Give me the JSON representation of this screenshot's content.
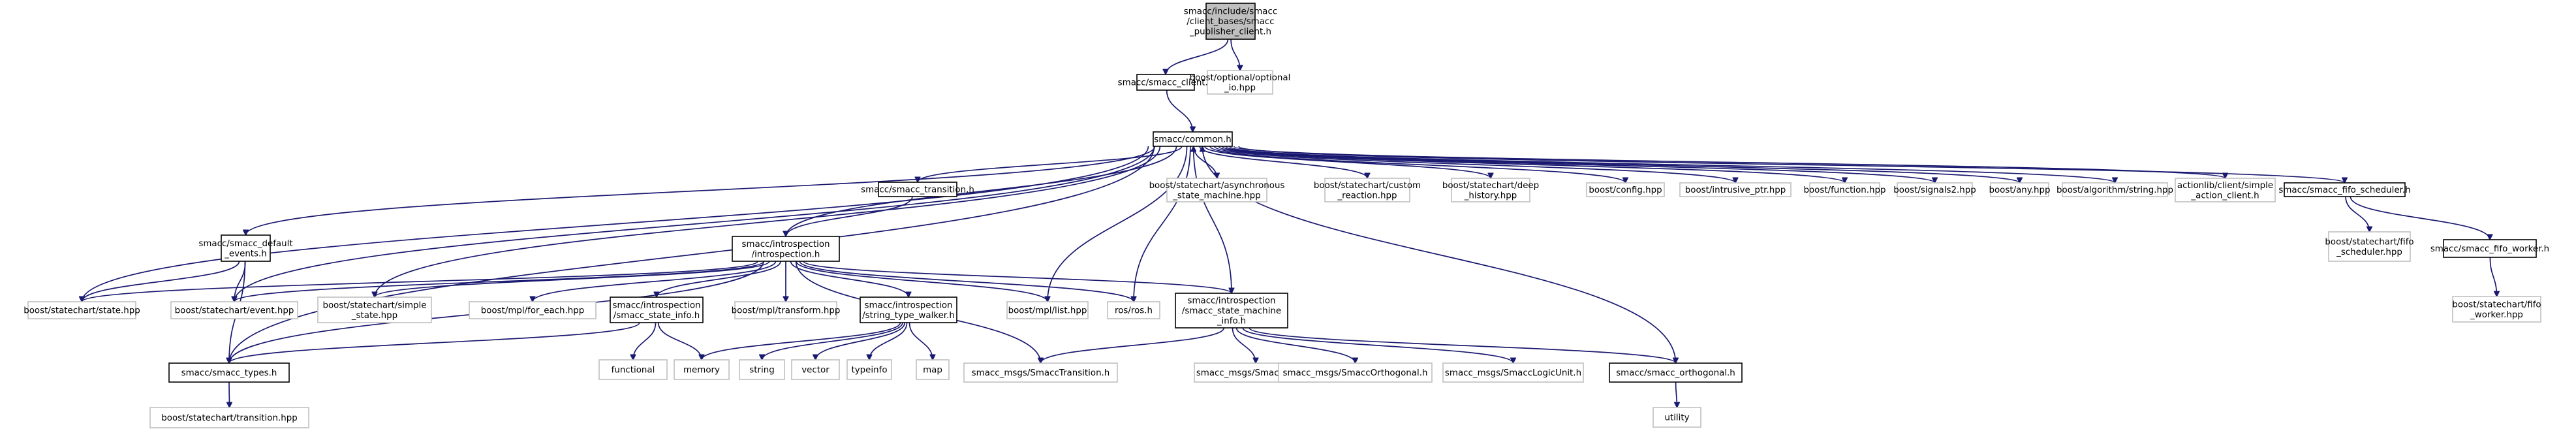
{
  "graph": {
    "edge_color": "#191970",
    "root_fill": "#bfbfbf",
    "border_documented": "#000000",
    "border_external": "#bfbfbf",
    "nodes": [
      {
        "id": "root",
        "lines": [
          "smacc/include/smacc",
          "/client_bases/smacc",
          "_publisher_client.h"
        ],
        "kind": "root"
      },
      {
        "id": "smacc_client",
        "lines": [
          "smacc/smacc_client.h"
        ],
        "kind": "doc"
      },
      {
        "id": "optional_io",
        "lines": [
          "boost/optional/optional",
          "_io.hpp"
        ],
        "kind": "ext"
      },
      {
        "id": "common",
        "lines": [
          "smacc/common.h"
        ],
        "kind": "doc"
      },
      {
        "id": "default_events",
        "lines": [
          "smacc/smacc_default",
          "_events.h"
        ],
        "kind": "doc"
      },
      {
        "id": "transition",
        "lines": [
          "smacc/smacc_transition.h"
        ],
        "kind": "doc"
      },
      {
        "id": "async_sm",
        "lines": [
          "boost/statechart/asynchronous",
          "_state_machine.hpp"
        ],
        "kind": "ext"
      },
      {
        "id": "custom_reaction",
        "lines": [
          "boost/statechart/custom",
          "_reaction.hpp"
        ],
        "kind": "ext"
      },
      {
        "id": "deep_history",
        "lines": [
          "boost/statechart/deep",
          "_history.hpp"
        ],
        "kind": "ext"
      },
      {
        "id": "config",
        "lines": [
          "boost/config.hpp"
        ],
        "kind": "ext"
      },
      {
        "id": "intrusive_ptr",
        "lines": [
          "boost/intrusive_ptr.hpp"
        ],
        "kind": "ext"
      },
      {
        "id": "function",
        "lines": [
          "boost/function.hpp"
        ],
        "kind": "ext"
      },
      {
        "id": "signals2",
        "lines": [
          "boost/signals2.hpp"
        ],
        "kind": "ext"
      },
      {
        "id": "any",
        "lines": [
          "boost/any.hpp"
        ],
        "kind": "ext"
      },
      {
        "id": "algo_string",
        "lines": [
          "boost/algorithm/string.hpp"
        ],
        "kind": "ext"
      },
      {
        "id": "simple_action",
        "lines": [
          "actionlib/client/simple",
          "_action_client.h"
        ],
        "kind": "ext"
      },
      {
        "id": "fifo_scheduler",
        "lines": [
          "smacc/smacc_fifo_scheduler.h"
        ],
        "kind": "doc"
      },
      {
        "id": "introspection",
        "lines": [
          "smacc/introspection",
          "/introspection.h"
        ],
        "kind": "doc"
      },
      {
        "id": "state_hpp",
        "lines": [
          "boost/statechart/state.hpp"
        ],
        "kind": "ext"
      },
      {
        "id": "event_hpp",
        "lines": [
          "boost/statechart/event.hpp"
        ],
        "kind": "ext"
      },
      {
        "id": "simple_state",
        "lines": [
          "boost/statechart/simple",
          "_state.hpp"
        ],
        "kind": "ext"
      },
      {
        "id": "for_each",
        "lines": [
          "boost/mpl/for_each.hpp"
        ],
        "kind": "ext"
      },
      {
        "id": "state_info",
        "lines": [
          "smacc/introspection",
          "/smacc_state_info.h"
        ],
        "kind": "doc"
      },
      {
        "id": "mpl_transform",
        "lines": [
          "boost/mpl/transform.hpp"
        ],
        "kind": "ext"
      },
      {
        "id": "type_walker",
        "lines": [
          "smacc/introspection",
          "/string_type_walker.h"
        ],
        "kind": "doc"
      },
      {
        "id": "mpl_list",
        "lines": [
          "boost/mpl/list.hpp"
        ],
        "kind": "ext"
      },
      {
        "id": "ros",
        "lines": [
          "ros/ros.h"
        ],
        "kind": "ext"
      },
      {
        "id": "sm_info",
        "lines": [
          "smacc/introspection",
          "/smacc_state_machine",
          "_info.h"
        ],
        "kind": "doc"
      },
      {
        "id": "fifo_sched_hpp",
        "lines": [
          "boost/statechart/fifo",
          "_scheduler.hpp"
        ],
        "kind": "ext"
      },
      {
        "id": "fifo_worker",
        "lines": [
          "smacc/smacc_fifo_worker.h"
        ],
        "kind": "doc"
      },
      {
        "id": "fifo_worker_hpp",
        "lines": [
          "boost/statechart/fifo",
          "_worker.hpp"
        ],
        "kind": "ext"
      },
      {
        "id": "smacc_types",
        "lines": [
          "smacc/smacc_types.h"
        ],
        "kind": "doc"
      },
      {
        "id": "functional",
        "lines": [
          "functional"
        ],
        "kind": "ext"
      },
      {
        "id": "memory",
        "lines": [
          "memory"
        ],
        "kind": "ext"
      },
      {
        "id": "string",
        "lines": [
          "string"
        ],
        "kind": "ext"
      },
      {
        "id": "vector",
        "lines": [
          "vector"
        ],
        "kind": "ext"
      },
      {
        "id": "typeinfo",
        "lines": [
          "typeinfo"
        ],
        "kind": "ext"
      },
      {
        "id": "map",
        "lines": [
          "map"
        ],
        "kind": "ext"
      },
      {
        "id": "msg_transition",
        "lines": [
          "smacc_msgs/SmaccTransition.h"
        ],
        "kind": "ext"
      },
      {
        "id": "msg_state",
        "lines": [
          "smacc_msgs/SmaccState.h"
        ],
        "kind": "ext"
      },
      {
        "id": "msg_orthogonal",
        "lines": [
          "smacc_msgs/SmaccOrthogonal.h"
        ],
        "kind": "ext"
      },
      {
        "id": "msg_logicunit",
        "lines": [
          "smacc_msgs/SmaccLogicUnit.h"
        ],
        "kind": "ext"
      },
      {
        "id": "orthogonal",
        "lines": [
          "smacc/smacc_orthogonal.h"
        ],
        "kind": "doc"
      },
      {
        "id": "utility",
        "lines": [
          "utility"
        ],
        "kind": "ext"
      },
      {
        "id": "sc_transition",
        "lines": [
          "boost/statechart/transition.hpp"
        ],
        "kind": "ext"
      }
    ],
    "edges": [
      [
        "root",
        "smacc_client"
      ],
      [
        "root",
        "optional_io"
      ],
      [
        "smacc_client",
        "common"
      ],
      [
        "common",
        "default_events"
      ],
      [
        "common",
        "transition"
      ],
      [
        "common",
        "async_sm"
      ],
      [
        "common",
        "custom_reaction"
      ],
      [
        "common",
        "deep_history"
      ],
      [
        "common",
        "config"
      ],
      [
        "common",
        "intrusive_ptr"
      ],
      [
        "common",
        "function"
      ],
      [
        "common",
        "signals2"
      ],
      [
        "common",
        "any"
      ],
      [
        "common",
        "algo_string"
      ],
      [
        "common",
        "simple_action"
      ],
      [
        "common",
        "fifo_scheduler"
      ],
      [
        "common",
        "introspection"
      ],
      [
        "common",
        "state_hpp"
      ],
      [
        "common",
        "event_hpp"
      ],
      [
        "common",
        "simple_state"
      ],
      [
        "common",
        "mpl_list"
      ],
      [
        "common",
        "ros"
      ],
      [
        "common",
        "smacc_types"
      ],
      [
        "default_events",
        "state_hpp"
      ],
      [
        "default_events",
        "event_hpp"
      ],
      [
        "default_events",
        "smacc_types"
      ],
      [
        "transition",
        "introspection"
      ],
      [
        "introspection",
        "state_hpp"
      ],
      [
        "introspection",
        "event_hpp"
      ],
      [
        "introspection",
        "simple_state"
      ],
      [
        "introspection",
        "for_each"
      ],
      [
        "introspection",
        "state_info"
      ],
      [
        "introspection",
        "mpl_transform"
      ],
      [
        "introspection",
        "type_walker"
      ],
      [
        "introspection",
        "mpl_list"
      ],
      [
        "introspection",
        "ros"
      ],
      [
        "introspection",
        "sm_info"
      ],
      [
        "introspection",
        "smacc_types"
      ],
      [
        "introspection",
        "msg_transition"
      ],
      [
        "state_info",
        "functional"
      ],
      [
        "state_info",
        "memory"
      ],
      [
        "state_info",
        "smacc_types"
      ],
      [
        "type_walker",
        "memory"
      ],
      [
        "type_walker",
        "string"
      ],
      [
        "type_walker",
        "vector"
      ],
      [
        "type_walker",
        "typeinfo"
      ],
      [
        "type_walker",
        "map"
      ],
      [
        "sm_info",
        "common"
      ],
      [
        "sm_info",
        "msg_transition"
      ],
      [
        "sm_info",
        "msg_state"
      ],
      [
        "sm_info",
        "msg_orthogonal"
      ],
      [
        "sm_info",
        "msg_logicunit"
      ],
      [
        "sm_info",
        "orthogonal"
      ],
      [
        "orthogonal",
        "common"
      ],
      [
        "orthogonal",
        "utility"
      ],
      [
        "fifo_scheduler",
        "fifo_sched_hpp"
      ],
      [
        "fifo_scheduler",
        "fifo_worker"
      ],
      [
        "fifo_worker",
        "fifo_worker_hpp"
      ],
      [
        "smacc_types",
        "sc_transition"
      ]
    ]
  }
}
